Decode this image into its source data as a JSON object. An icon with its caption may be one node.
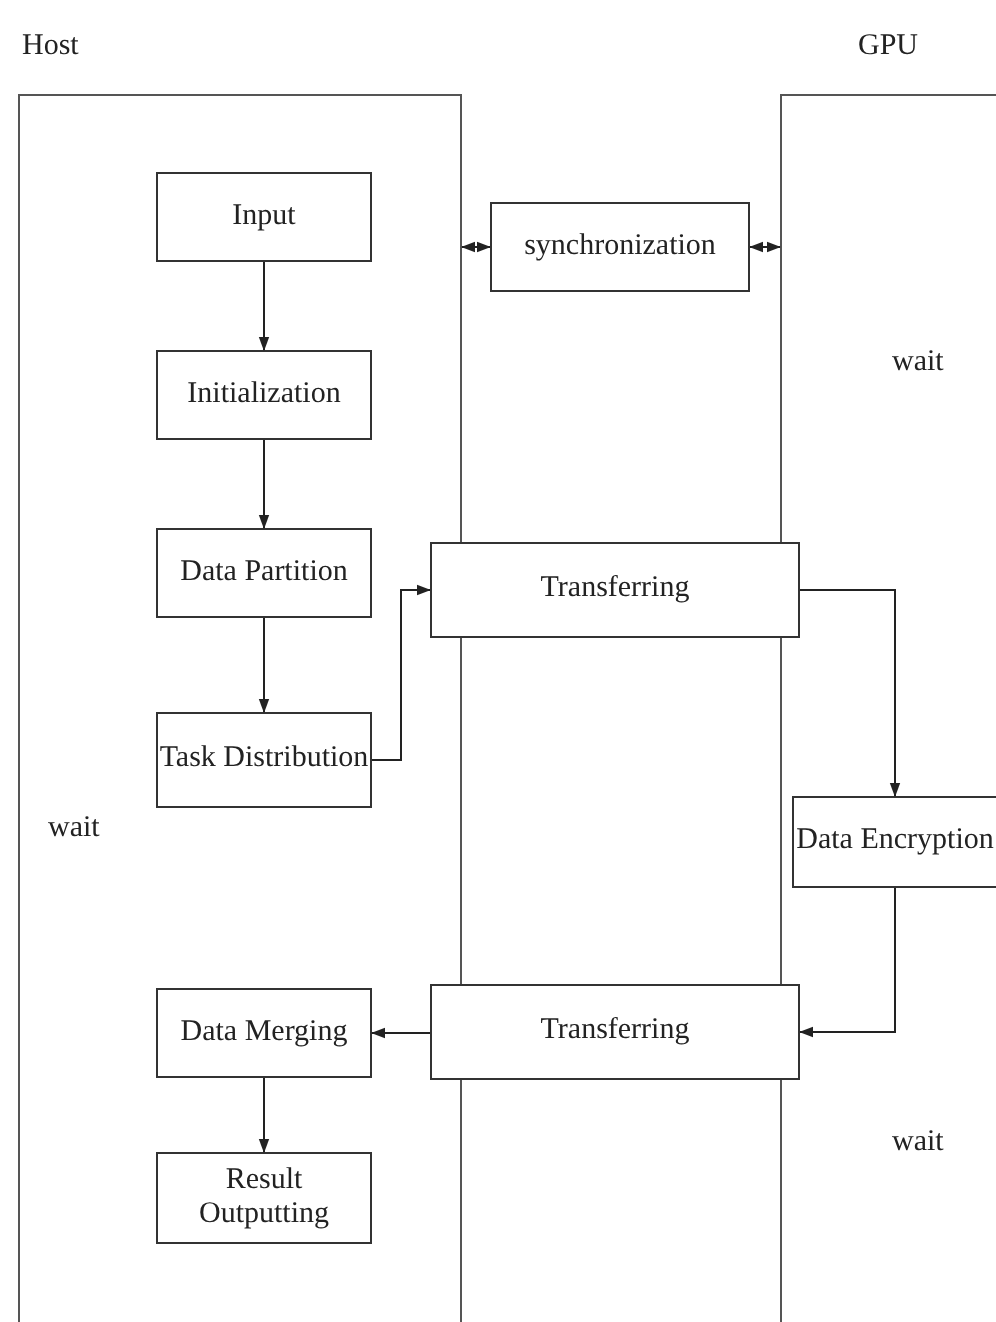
{
  "diagram": {
    "nodes": [
      {
        "text": [
          "Host",
          "wait"
        ]
      },
      {
        "text": [
          "Input"
        ],
        "in": 0
      },
      {
        "text": [
          "Initialization"
        ],
        "in": 0
      },
      {
        "text": [
          "Data Partition"
        ],
        "in": 0
      },
      {
        "text": [
          "Task Distribution"
        ],
        "in": 0
      },
      {
        "text": [
          "Data Merging"
        ],
        "in": 0
      },
      {
        "text": [
          "Result Outputting"
        ],
        "in": 0
      },
      {
        "text": [
          "synchronization"
        ]
      },
      {
        "text": [
          "Transferring"
        ]
      },
      {
        "text": [
          "Transferring"
        ]
      },
      {
        "text": [
          "GPU",
          "wait",
          "wait"
        ]
      },
      {
        "text": [
          "Data Encryption"
        ],
        "in": 10
      }
    ],
    "edges": [
      {
        "from": 1,
        "to": 2,
        "arrow": "to"
      },
      {
        "from": 2,
        "to": 3,
        "arrow": "to"
      },
      {
        "from": 3,
        "to": 4,
        "arrow": "to"
      },
      {
        "from": 4,
        "to": 8,
        "arrow": "to"
      },
      {
        "from": 8,
        "to": 11,
        "arrow": "to"
      },
      {
        "from": 11,
        "to": 9,
        "arrow": "to"
      },
      {
        "from": 9,
        "to": 5,
        "arrow": "to"
      },
      {
        "from": 5,
        "to": 6,
        "arrow": "to"
      },
      {
        "from": 0,
        "to": 7,
        "arrow": "both"
      },
      {
        "from": 7,
        "to": 10,
        "arrow": "both"
      }
    ]
  }
}
